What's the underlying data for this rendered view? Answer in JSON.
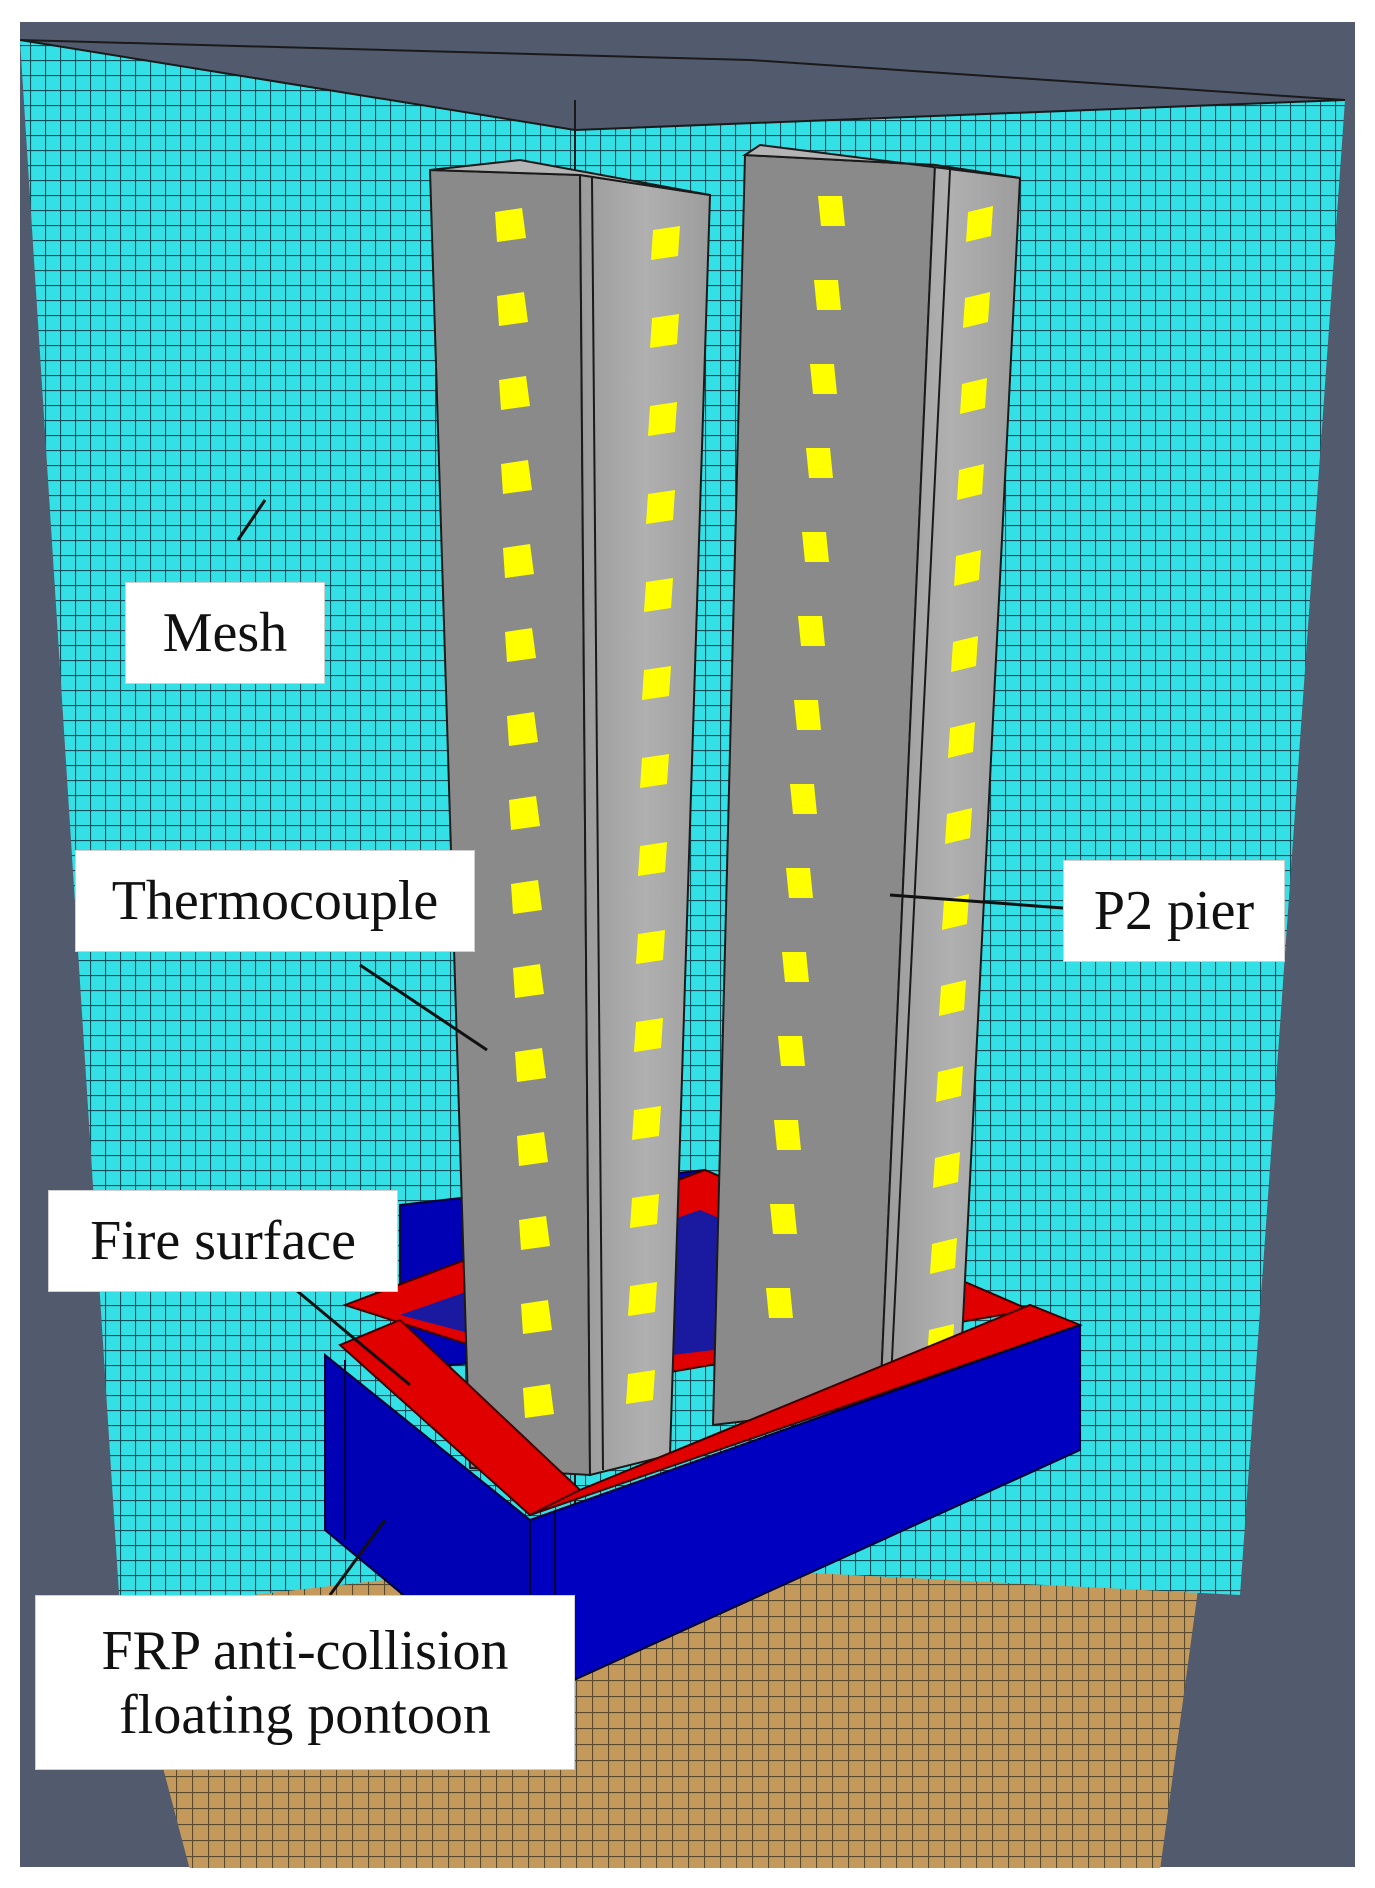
{
  "labels": {
    "mesh": "Mesh",
    "thermocouple": "Thermocouple",
    "p2_pier": "P2 pier",
    "fire_surface": "Fire surface",
    "pontoon_line1": "FRP anti-collision",
    "pontoon_line2": "floating pontoon"
  },
  "colors": {
    "background": "#525a6e",
    "mesh_wall": "#33e0e6",
    "mesh_grid": "#0d4f5a",
    "floor": "#c49a5c",
    "floor_grid": "#5a4a2e",
    "pier_front": "#8a8a8a",
    "pier_side": "#a0a0a0",
    "thermocouple": "#ffff00",
    "fire_surface": "#e00000",
    "pontoon": "#0000b4"
  }
}
